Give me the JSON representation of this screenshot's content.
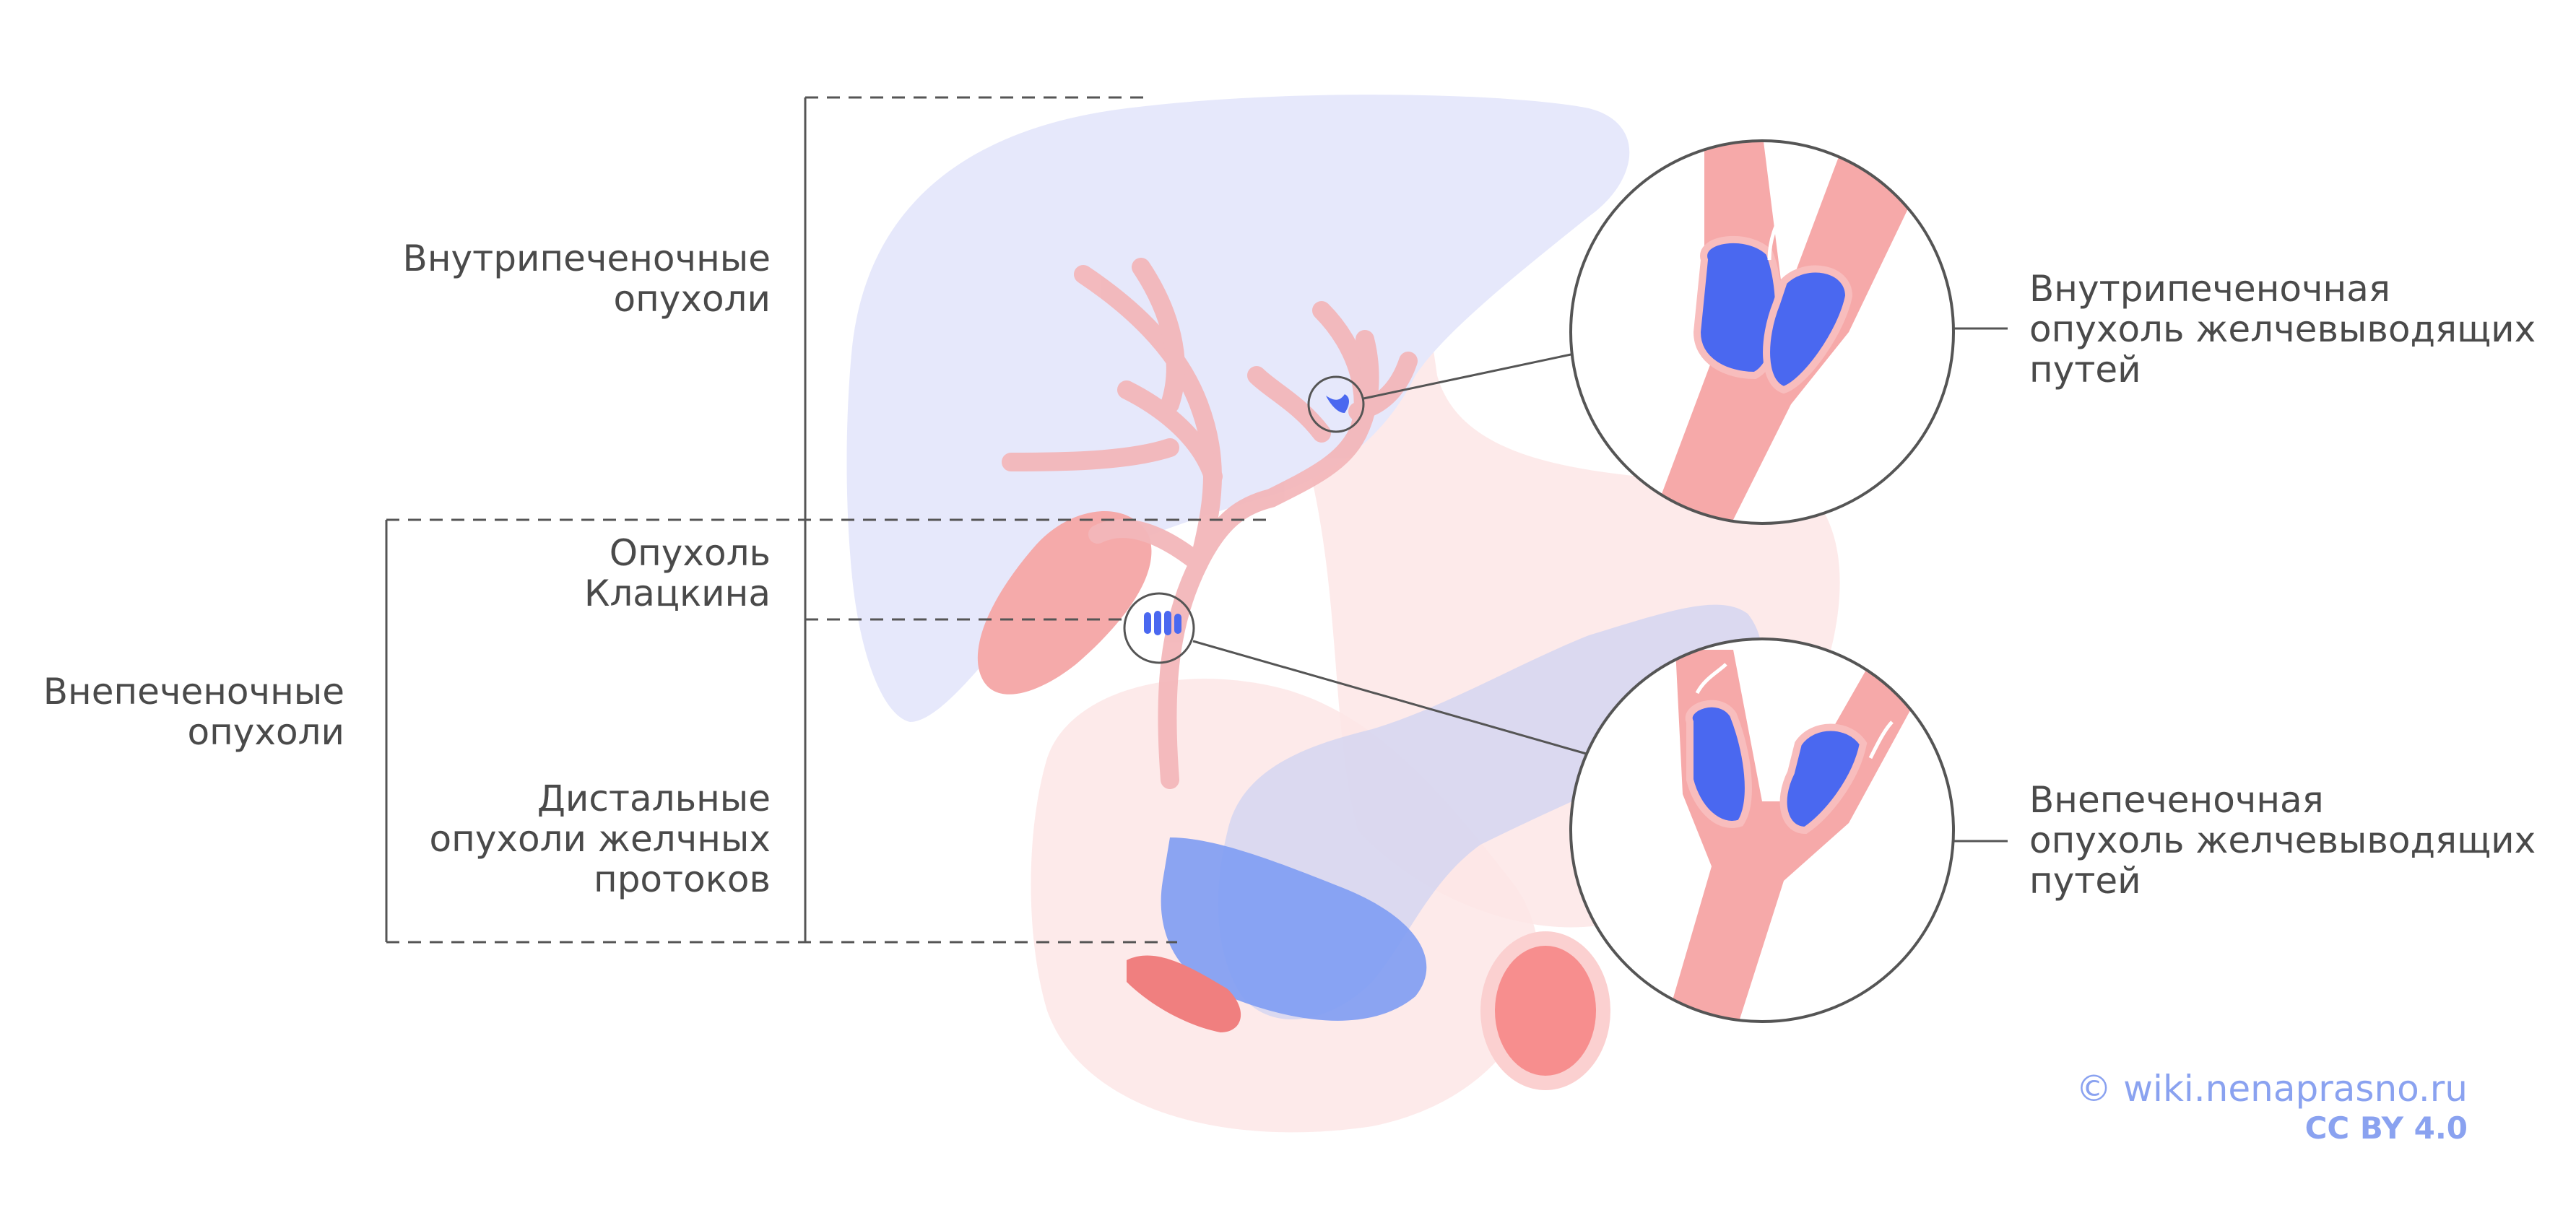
{
  "labels": {
    "intrahepatic": [
      "Внутрипеченочные",
      "опухоли"
    ],
    "klatskin": [
      "Опухоль",
      "Клацкина"
    ],
    "distal": [
      "Дистальные",
      "опухоли желчных",
      "протоков"
    ],
    "extrahepatic_group": [
      "Внепеченочные",
      "опухоли"
    ],
    "intrahepatic_tumor": [
      "Внутрипеченочная",
      "опухоль желчевыводящих",
      "путей"
    ],
    "extrahepatic_tumor": [
      "Внепеченочная",
      "опухоль желчевыводящих",
      "путей"
    ]
  },
  "credit": {
    "site": "© wiki.nenaprasno.ru",
    "license": "CC BY 4.0"
  },
  "colors": {
    "liver": "#e7e9fb",
    "duct": "#f4a6a6",
    "tumor": "#4a68f0",
    "pancreas": "#d4d4ee",
    "stomach": "#fde4e4",
    "duodenum_blue": "#7e9cf3",
    "kidney": "#f78e8e",
    "leader": "#555555",
    "credit": "#8aa2f0"
  }
}
